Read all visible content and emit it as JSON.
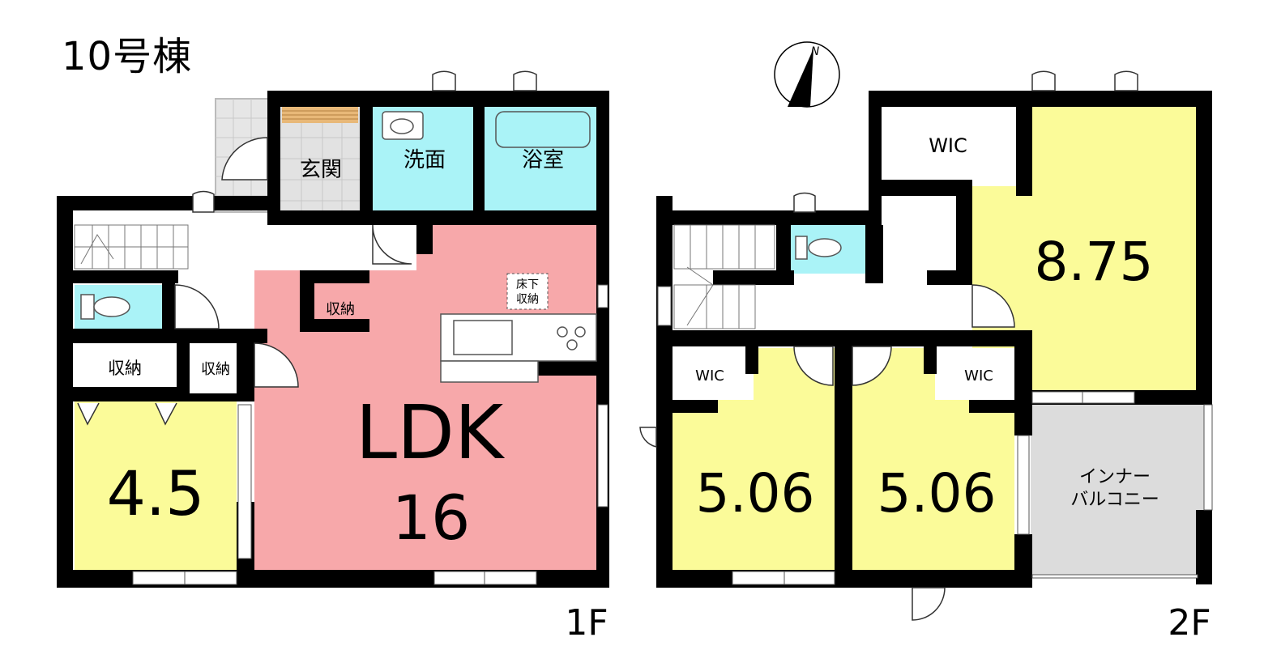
{
  "title": "10号棟",
  "compass": {
    "north": "N"
  },
  "floor1": {
    "floor_label": "1F",
    "rooms": {
      "genkan": "玄関",
      "senmen": "洗面",
      "yokushitsu": "浴室",
      "ldk_name": "LDK",
      "ldk_size": "16",
      "room_size": "4.5",
      "shuno_a": "収納",
      "shuno_b": "収納",
      "shuno_c": "収納",
      "yukashita_1": "床下",
      "yukashita_2": "収納"
    }
  },
  "floor2": {
    "floor_label": "2F",
    "rooms": {
      "wic_top": "WIC",
      "wic_left": "WIC",
      "wic_right": "WIC",
      "room_large": "8.75",
      "room_left": "5.06",
      "room_right": "5.06",
      "balcony_1": "インナー",
      "balcony_2": "バルコニー"
    }
  },
  "colors": {
    "wall": "#000000",
    "ldk": "#f7a8aa",
    "bedroom": "#fbfb99",
    "wet": "#aaf3f7",
    "balcony": "#dcdcdc",
    "entry_tile": "#cccccc",
    "step": "#e0b478"
  }
}
